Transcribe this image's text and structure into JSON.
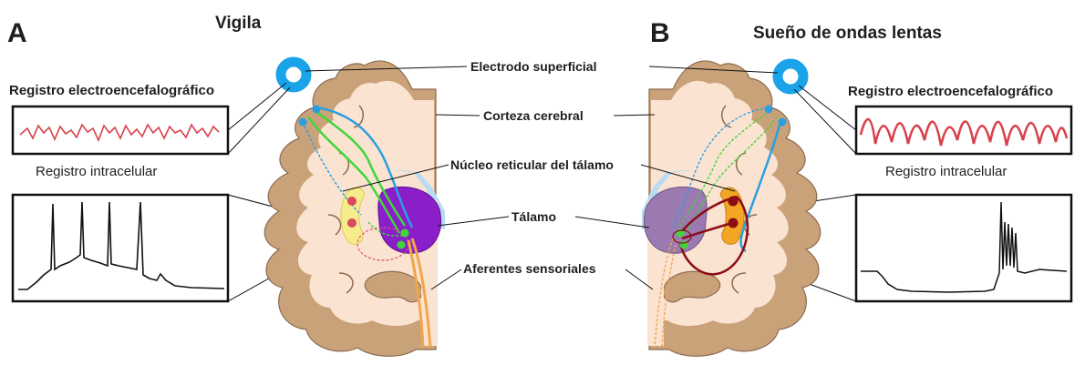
{
  "panels": {
    "a": {
      "letter": "A",
      "title": "Vigila",
      "eeg_label": "Registro electroencefalográfico",
      "intra_label": "Registro intracelular"
    },
    "b": {
      "letter": "B",
      "title": "Sueño de ondas lentas",
      "eeg_label": "Registro electroencefalográfico",
      "intra_label": "Registro intracelular"
    }
  },
  "labels": {
    "electrode": "Electrodo superficial",
    "cortex": "Corteza cerebral",
    "reticular": "Núcleo reticular del tálamo",
    "thalamus": "Tálamo",
    "afferents": "Aferentes sensoriales"
  },
  "colors": {
    "brain_outer": "#c9a27a",
    "brain_inner": "#fbe3d1",
    "electrode": "#1aa3e8",
    "thalamus_wake": "#8a1fc9",
    "thalamus_sleep": "#9a7ab0",
    "reticular_wake": "#f7ec8c",
    "reticular_sleep": "#f2a623",
    "green_path": "#3fd63a",
    "blue_path": "#2a9fe0",
    "afferent": "#f0a64a",
    "eeg_trace": "#d9424c",
    "sleep_neuron": "#8b0e16"
  }
}
